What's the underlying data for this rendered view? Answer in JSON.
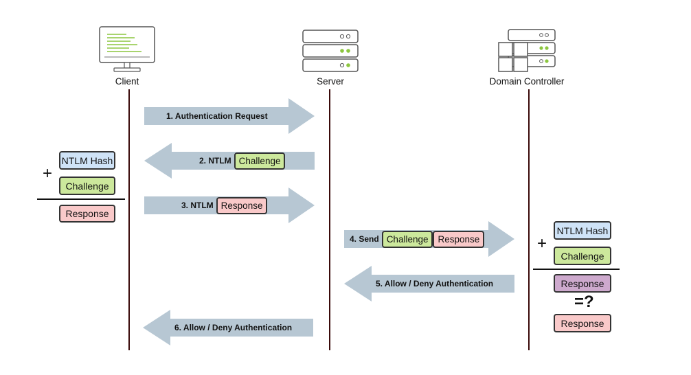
{
  "actors": {
    "client": "Client",
    "server": "Server",
    "dc": "Domain Controller"
  },
  "messages": {
    "m1": "1. Authentication Request",
    "m2_prefix": "2. NTLM",
    "m2_pill": "Challenge",
    "m3_prefix": "3. NTLM",
    "m3_pill": "Response",
    "m4_prefix": "4. Send",
    "m4_pill1": "Challenge",
    "m4_pill2": "Response",
    "m5": "5. Allow / Deny Authentication",
    "m6": "6. Allow / Deny Authentication"
  },
  "client_calc": {
    "hash": "NTLM Hash",
    "plus": "+",
    "challenge": "Challenge",
    "response": "Response"
  },
  "dc_calc": {
    "hash": "NTLM Hash",
    "plus": "+",
    "challenge": "Challenge",
    "computed": "Response",
    "equals": "=?",
    "received": "Response"
  },
  "colors": {
    "arrow": "#b7c7d3",
    "lifeline": "#3a0a0a",
    "green": "#cce89c",
    "pink": "#f9c9c9",
    "blue": "#cfe3f7",
    "purple": "#cda9cd",
    "led": "#8cc63f"
  }
}
